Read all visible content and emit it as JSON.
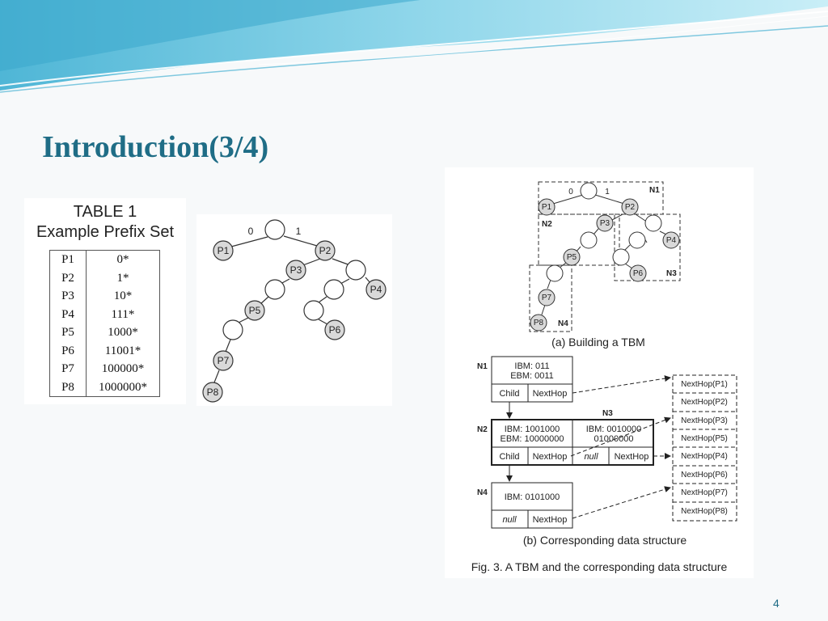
{
  "slide": {
    "title": "Introduction(3/4)",
    "page_number": "4"
  },
  "table": {
    "caption_line1": "TABLE 1",
    "caption_line2": "Example Prefix Set",
    "rows": [
      {
        "name": "P1",
        "prefix": "0*"
      },
      {
        "name": "P2",
        "prefix": "1*"
      },
      {
        "name": "P3",
        "prefix": "10*"
      },
      {
        "name": "P4",
        "prefix": "111*"
      },
      {
        "name": "P5",
        "prefix": "1000*"
      },
      {
        "name": "P6",
        "prefix": "11001*"
      },
      {
        "name": "P7",
        "prefix": "100000*"
      },
      {
        "name": "P8",
        "prefix": "1000000*"
      }
    ]
  },
  "trie": {
    "edge_left": "0",
    "edge_right": "1",
    "nodes": [
      "P1",
      "P2",
      "P3",
      "P4",
      "P5",
      "P6",
      "P7",
      "P8"
    ]
  },
  "figure": {
    "node_labels": {
      "n1": "N1",
      "n2": "N2",
      "n3": "N3",
      "n4": "N4"
    },
    "caption_a": "(a) Building a TBM",
    "caption_b": "(b) Corresponding data structure",
    "caption_fig": "Fig. 3.  A TBM and the corresponding data structure",
    "n1_box": {
      "ibm": "IBM: 011",
      "ebm": "EBM: 0011",
      "child": "Child",
      "nexthop": "NextHop"
    },
    "n2_box": {
      "ibm": "IBM: 1001000",
      "ebm": "EBM: 10000000",
      "child": "Child",
      "nexthop": "NextHop"
    },
    "n3_box": {
      "ibm": "IBM: 0010000",
      "ebm": "01000000",
      "null": "null",
      "nexthop": "NextHop"
    },
    "n4_box": {
      "ibm": "IBM: 0101000",
      "null": "null",
      "nexthop": "NextHop"
    },
    "nexthops": [
      "NextHop(P1)",
      "NextHop(P2)",
      "NextHop(P3)",
      "NextHop(P5)",
      "NextHop(P4)",
      "NextHop(P6)",
      "NextHop(P7)",
      "NextHop(P8)"
    ]
  }
}
